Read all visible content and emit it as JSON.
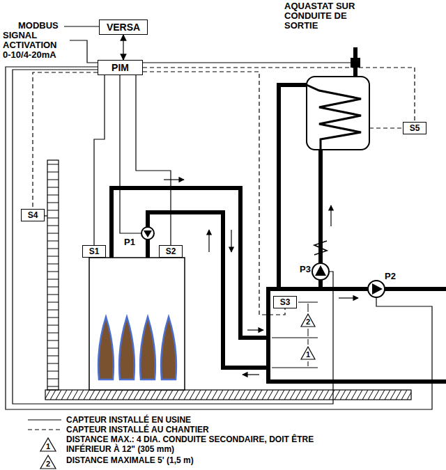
{
  "diagram": {
    "nodes": [
      {
        "text": [
          "VERSA"
        ]
      },
      {
        "text": [
          "PIM"
        ]
      },
      {
        "text": [
          "S5"
        ]
      },
      {
        "text": [
          "S4"
        ]
      },
      {
        "text": [
          "S1"
        ]
      },
      {
        "text": [
          "S2"
        ]
      },
      {
        "text": [
          "S3"
        ]
      },
      {
        "text": [
          "2"
        ]
      },
      {
        "text": [
          "1"
        ]
      }
    ],
    "edges": [
      {
        "from": 0,
        "to": 1,
        "arrow": "both"
      },
      {
        "from": 1,
        "to": 4,
        "arrow": "none"
      },
      {
        "from": 1,
        "to": 5,
        "arrow": "none"
      },
      {
        "from": 1,
        "to": 6,
        "arrow": "none"
      },
      {
        "from": 1,
        "to": 3,
        "arrow": "none"
      },
      {
        "from": 1,
        "to": 2,
        "arrow": "none"
      }
    ],
    "labels": [
      "MODBUS",
      "SIGNAL ACTIVATION 0-10/4-20mA",
      "AQUASTAT SUR CONDUITE DE SORTIE",
      "P1",
      "P3",
      "P2",
      "1",
      "2"
    ],
    "legend": [
      {
        "text": "CAPTEUR INSTALLÉ EN USINE"
      },
      {
        "text": "CAPTEUR INSTALLÉ AU CHANTIER"
      },
      {
        "text": "DISTANCE MAX.: 4 DIA. CONDUITE SECONDAIRE, DOIT ÊTRE INFÉRIEUR À 12\" (305 mm)"
      },
      {
        "text": "DISTANCE MAXIMALE 5' (1,5 m)"
      }
    ]
  }
}
